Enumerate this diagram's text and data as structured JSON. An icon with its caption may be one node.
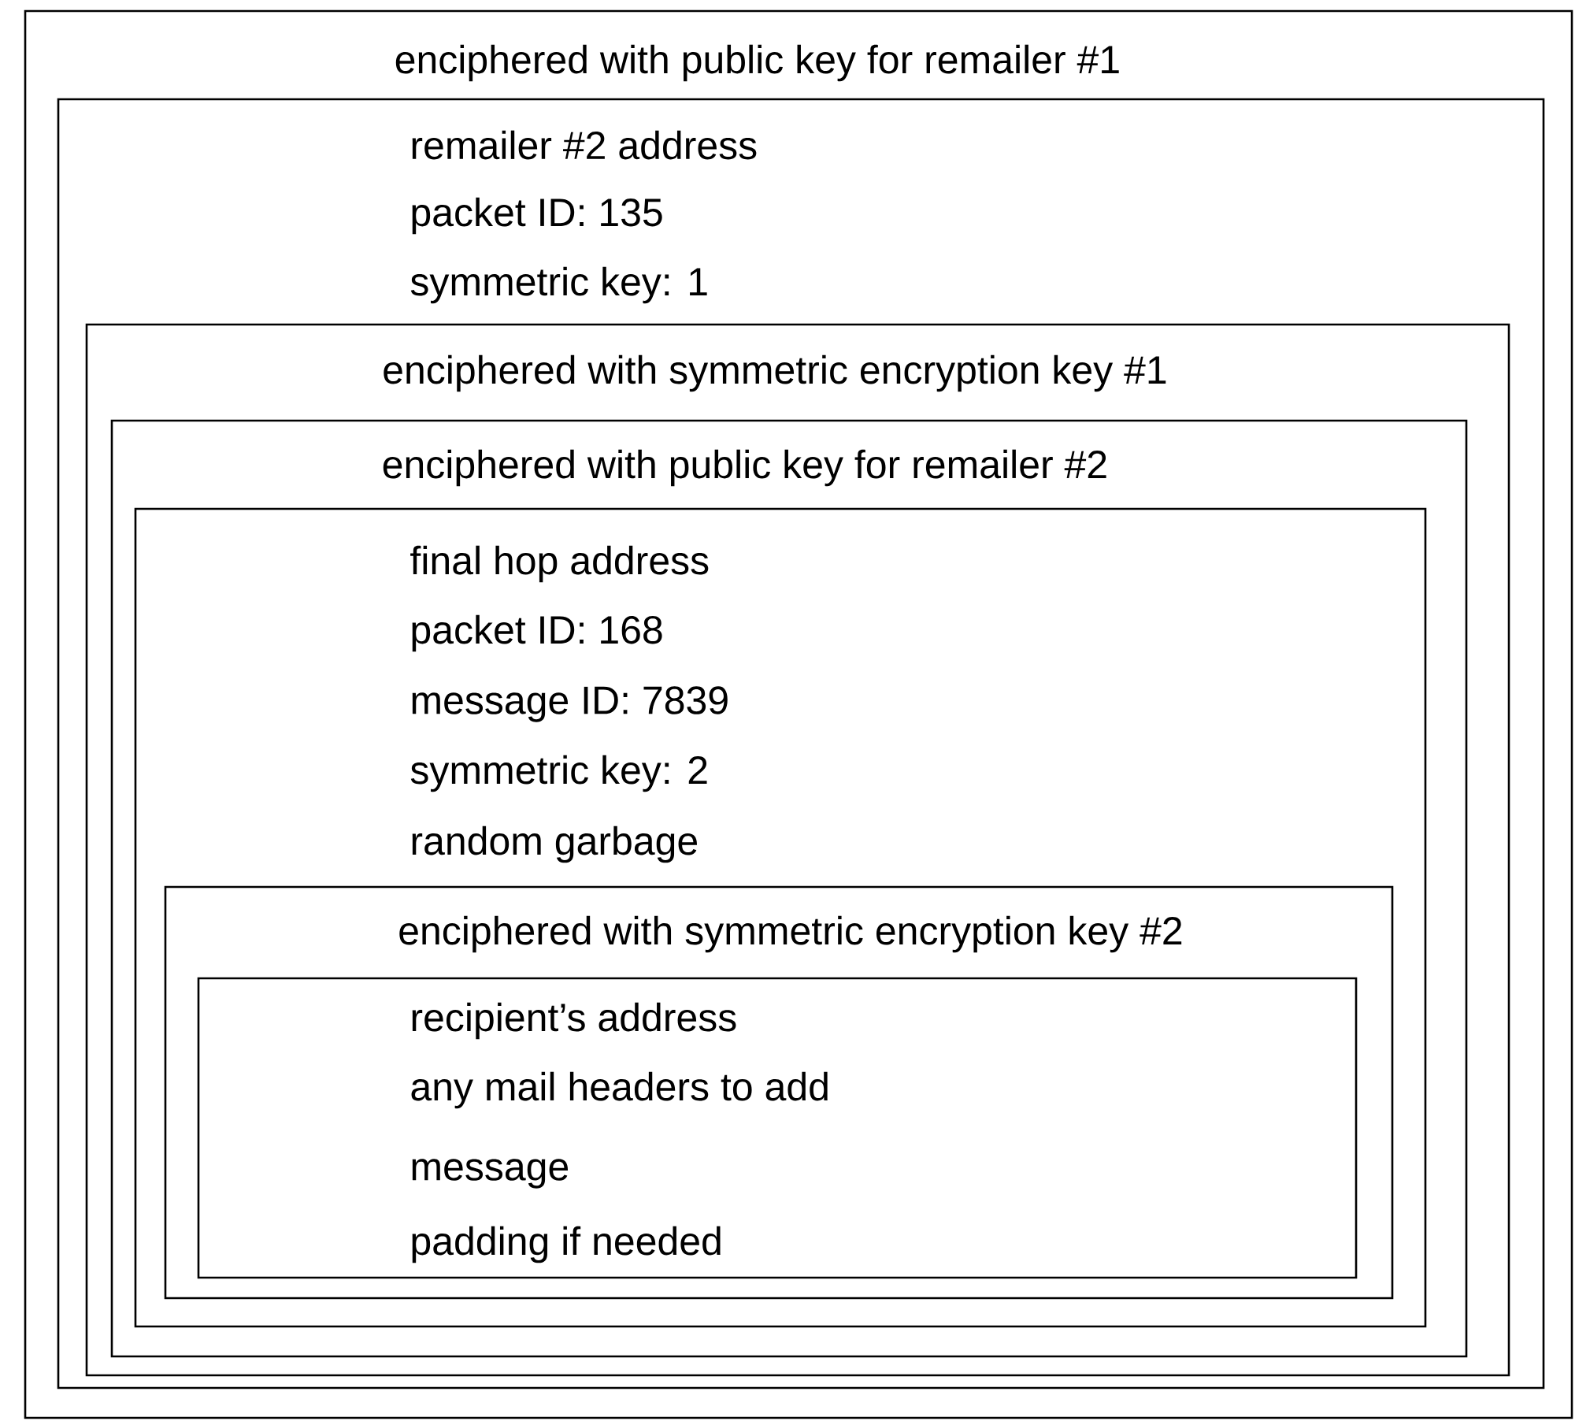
{
  "diagram": {
    "nodes": [
      {
        "text": [
          "enciphered with public key for remailer #1"
        ]
      },
      {
        "text": [
          "remailer #2 address",
          "packet ID: 135",
          "symmetric key: 1"
        ],
        "in": 0
      },
      {
        "text": [
          "enciphered with symmetric encryption key #1"
        ],
        "in": 1
      },
      {
        "text": [
          "enciphered with public key for remailer #2"
        ],
        "in": 2
      },
      {
        "text": [
          "final hop address",
          "packet ID: 168",
          "message ID: 7839",
          "symmetric key: 2",
          "random garbage"
        ],
        "in": 3
      },
      {
        "text": [
          "enciphered with symmetric encryption key #2"
        ],
        "in": 4
      },
      {
        "text": [
          "recipient’s address",
          "any mail headers to add",
          "message",
          "padding if needed"
        ],
        "in": 5
      }
    ]
  }
}
